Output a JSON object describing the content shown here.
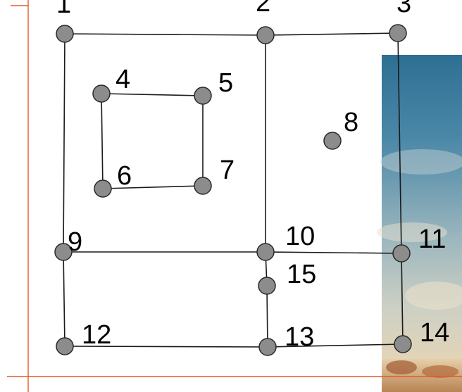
{
  "graph": {
    "nodes": [
      "1",
      "2",
      "3",
      "4",
      "5",
      "6",
      "7",
      "8",
      "9",
      "10",
      "11",
      "12",
      "13",
      "14",
      "15"
    ],
    "edges": [
      [
        "1",
        "2"
      ],
      [
        "2",
        "3"
      ],
      [
        "1",
        "9"
      ],
      [
        "2",
        "10"
      ],
      [
        "3",
        "11"
      ],
      [
        "4",
        "5"
      ],
      [
        "4",
        "6"
      ],
      [
        "5",
        "7"
      ],
      [
        "6",
        "7"
      ],
      [
        "9",
        "10"
      ],
      [
        "10",
        "11"
      ],
      [
        "9",
        "12"
      ],
      [
        "10",
        "15"
      ],
      [
        "15",
        "13"
      ],
      [
        "11",
        "14"
      ],
      [
        "12",
        "13"
      ],
      [
        "13",
        "14"
      ]
    ]
  },
  "colors": {
    "node_fill": "#8c8c8c",
    "node_stroke": "#2a2a2a",
    "edge": "#1a1a1a",
    "axis": "#e05a2a"
  },
  "background_photo": "painted-sky-landscape"
}
